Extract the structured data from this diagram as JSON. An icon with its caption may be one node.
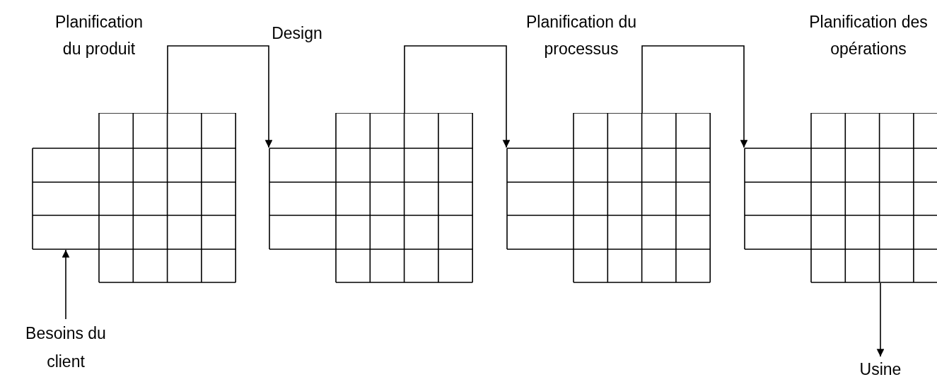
{
  "diagram": {
    "nodes": [
      {
        "text": [
          "Planification du produit"
        ]
      },
      {
        "text": [
          "Design"
        ]
      },
      {
        "text": [
          "Planification du processus"
        ]
      },
      {
        "text": [
          "Planification des opérations"
        ]
      },
      {
        "text": [
          "Besoins du client"
        ]
      },
      {
        "text": [
          "Usine"
        ]
      }
    ],
    "edges": [
      {
        "from": 4,
        "to": 0,
        "arrow": "to"
      },
      {
        "from": 0,
        "to": 1,
        "arrow": "to"
      },
      {
        "from": 1,
        "to": 2,
        "arrow": "to"
      },
      {
        "from": 2,
        "to": 3,
        "arrow": "to"
      },
      {
        "from": 3,
        "to": 5,
        "arrow": "to"
      }
    ]
  }
}
